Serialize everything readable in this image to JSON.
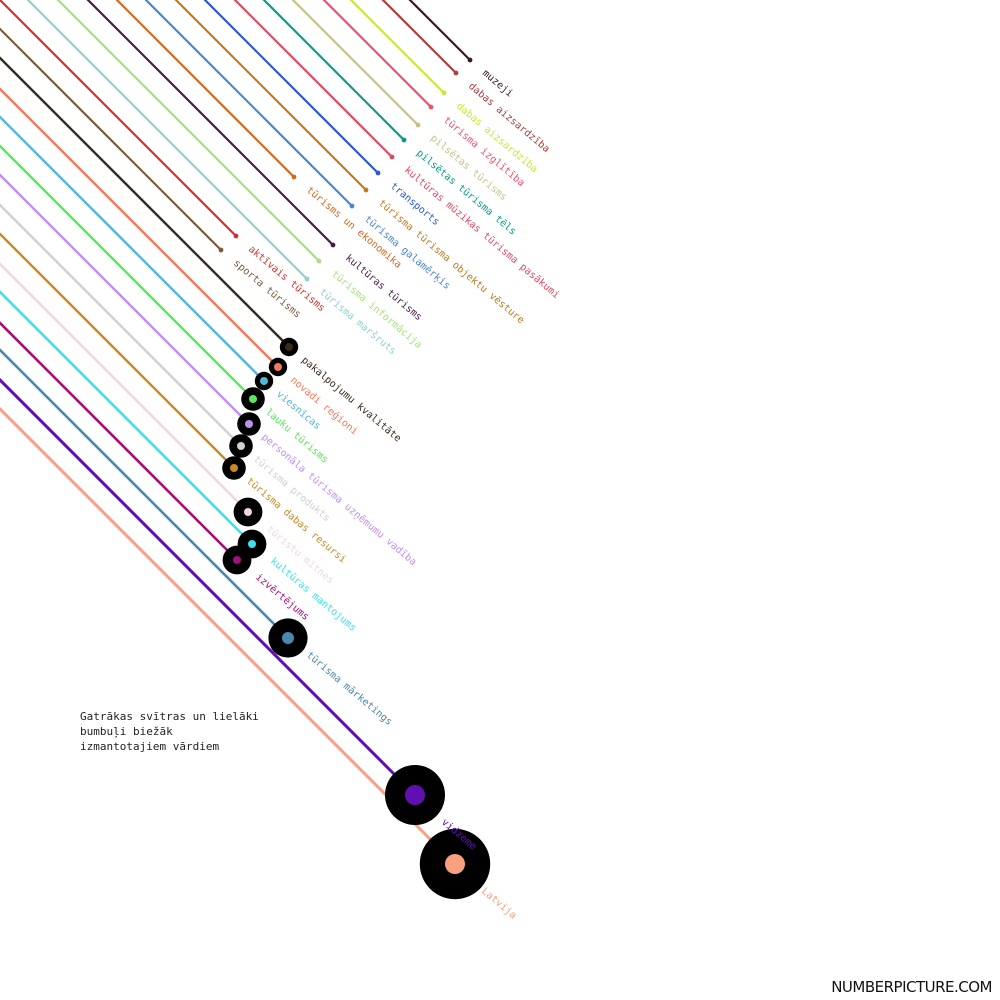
{
  "caption": [
    "Gatrākas svītras un lielāki",
    "bumbuļi biežāk",
    "izmantotajiem vārdiem"
  ],
  "brand": "NUMBERPICTURE.COM",
  "chart_data": {
    "type": "scatter",
    "terms": [
      {
        "label": "muzeji",
        "color": "#3a1a1a",
        "size": 1
      },
      {
        "label": "dabas aizsardzība",
        "color": "#a84040",
        "size": 1
      },
      {
        "label": "dabas aizsardzība",
        "color": "#c8e83a",
        "size": 1
      },
      {
        "label": "tūrisma izglītība",
        "color": "#f0506a",
        "size": 1
      },
      {
        "label": "pilsētas tūrisms",
        "color": "#c8c08a",
        "size": 1
      },
      {
        "label": "pilsētas tūrisma tēls",
        "color": "#0a9a8a",
        "size": 1
      },
      {
        "label": "kultūras mūzikas tūrisma pasākumi",
        "color": "#e04a60",
        "size": 1
      },
      {
        "label": "transports",
        "color": "#2a5ad0",
        "size": 1
      },
      {
        "label": "tūrisma tūrisma objektu vēsture",
        "color": "#c07a20",
        "size": 1
      },
      {
        "label": "tūrisma galamērķis",
        "color": "#4a86d0",
        "size": 1
      },
      {
        "label": "tūrisms un ekonomika",
        "color": "#d06a20",
        "size": 1
      },
      {
        "label": "kultūras tūrisms",
        "color": "#4a1a4a",
        "size": 1
      },
      {
        "label": "tūrisma informācija",
        "color": "#a8e080",
        "size": 1
      },
      {
        "label": "tūrisma maršruts",
        "color": "#90d0d0",
        "size": 1
      },
      {
        "label": "aktīvais tūrisms",
        "color": "#d03030",
        "size": 1
      },
      {
        "label": "sporta tūrisms",
        "color": "#7a5a3a",
        "size": 1
      },
      {
        "label": "pakalpojumu kvalitāte",
        "color": "#3a2a1a",
        "size": 2
      },
      {
        "label": "novadi reģioni",
        "color": "#f07a5a",
        "size": 2
      },
      {
        "label": "viesnīcas",
        "color": "#50b8d8",
        "size": 2
      },
      {
        "label": "lauku tūrisms",
        "color": "#5ae85a",
        "size": 3
      },
      {
        "label": "personāla tūrisma uzņēmumu vadība",
        "color": "#c090f0",
        "size": 3
      },
      {
        "label": "tūrisma produkts",
        "color": "#d0d0d0",
        "size": 3
      },
      {
        "label": "tūrisma dabas resursi",
        "color": "#c88a20",
        "size": 3
      },
      {
        "label": "tūristu mītnes",
        "color": "#f0d8e0",
        "size": 4
      },
      {
        "label": "kultūras mantojums",
        "color": "#40e0e8",
        "size": 4
      },
      {
        "label": "izvērtējums",
        "color": "#a01078",
        "size": 4
      },
      {
        "label": "tūrisma mārketings",
        "color": "#4a88b0",
        "size": 6
      },
      {
        "label": "vidzeme",
        "color": "#6010b0",
        "size": 10
      },
      {
        "label": "Latvija",
        "color": "#f8a080",
        "size": 12
      }
    ]
  }
}
